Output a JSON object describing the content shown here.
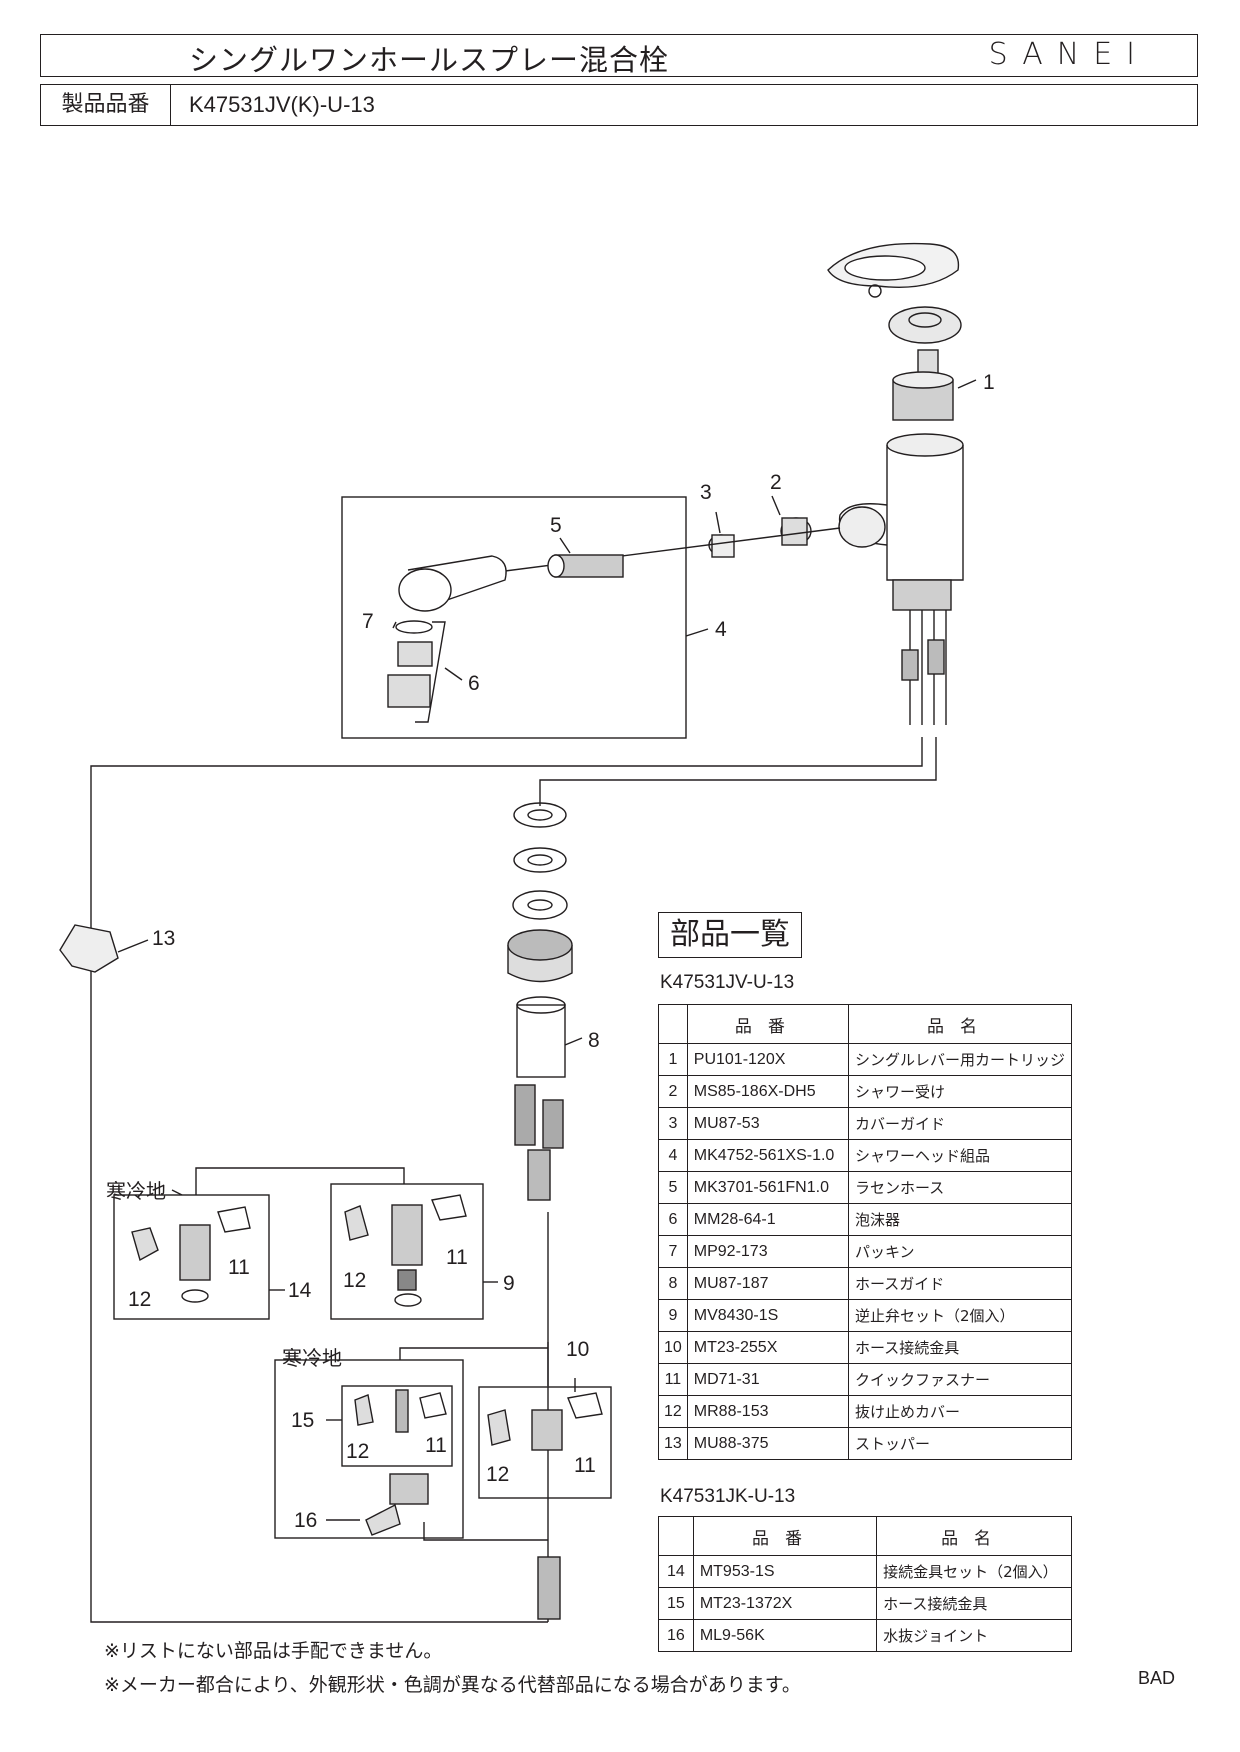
{
  "header": {
    "title": "シングルワンホールスプレー混合栓",
    "brand": "SANEI",
    "number_label": "製品品番",
    "number_value": "K47531JV(K)-U-13"
  },
  "diagram": {
    "callouts": [
      "1",
      "2",
      "3",
      "4",
      "5",
      "6",
      "7",
      "8",
      "9",
      "10",
      "11",
      "12",
      "13",
      "14",
      "15",
      "16"
    ],
    "cold_region_label": "寒冷地"
  },
  "parts_list": {
    "heading": "部品一覧",
    "table1": {
      "model": "K47531JV-U-13",
      "col_code": "品番",
      "col_name": "品名",
      "rows": [
        {
          "no": "1",
          "code": "PU101-120X",
          "name": "シングルレバー用カートリッジ"
        },
        {
          "no": "2",
          "code": "MS85-186X-DH5",
          "name": "シャワー受け"
        },
        {
          "no": "3",
          "code": "MU87-53",
          "name": "カバーガイド"
        },
        {
          "no": "4",
          "code": "MK4752-561XS-1.0",
          "name": "シャワーヘッド組品"
        },
        {
          "no": "5",
          "code": "MK3701-561FN1.0",
          "name": "ラセンホース"
        },
        {
          "no": "6",
          "code": "MM28-64-1",
          "name": "泡沫器"
        },
        {
          "no": "7",
          "code": "MP92-173",
          "name": "パッキン"
        },
        {
          "no": "8",
          "code": "MU87-187",
          "name": "ホースガイド"
        },
        {
          "no": "9",
          "code": "MV8430-1S",
          "name": "逆止弁セット（2個入）"
        },
        {
          "no": "10",
          "code": "MT23-255X",
          "name": "ホース接続金具"
        },
        {
          "no": "11",
          "code": "MD71-31",
          "name": "クイックファスナー"
        },
        {
          "no": "12",
          "code": "MR88-153",
          "name": "抜け止めカバー"
        },
        {
          "no": "13",
          "code": "MU88-375",
          "name": "ストッパー"
        }
      ]
    },
    "table2": {
      "model": "K47531JK-U-13",
      "col_code": "品番",
      "col_name": "品名",
      "rows": [
        {
          "no": "14",
          "code": "MT953-1S",
          "name": "接続金具セット（2個入）"
        },
        {
          "no": "15",
          "code": "MT23-1372X",
          "name": "ホース接続金具"
        },
        {
          "no": "16",
          "code": "ML9-56K",
          "name": "水抜ジョイント"
        }
      ]
    }
  },
  "notes": [
    "※リストにない部品は手配できません。",
    "※メーカー都合により、外観形状・色調が異なる代替部品になる場合があります。"
  ],
  "code_tag": "BAD"
}
